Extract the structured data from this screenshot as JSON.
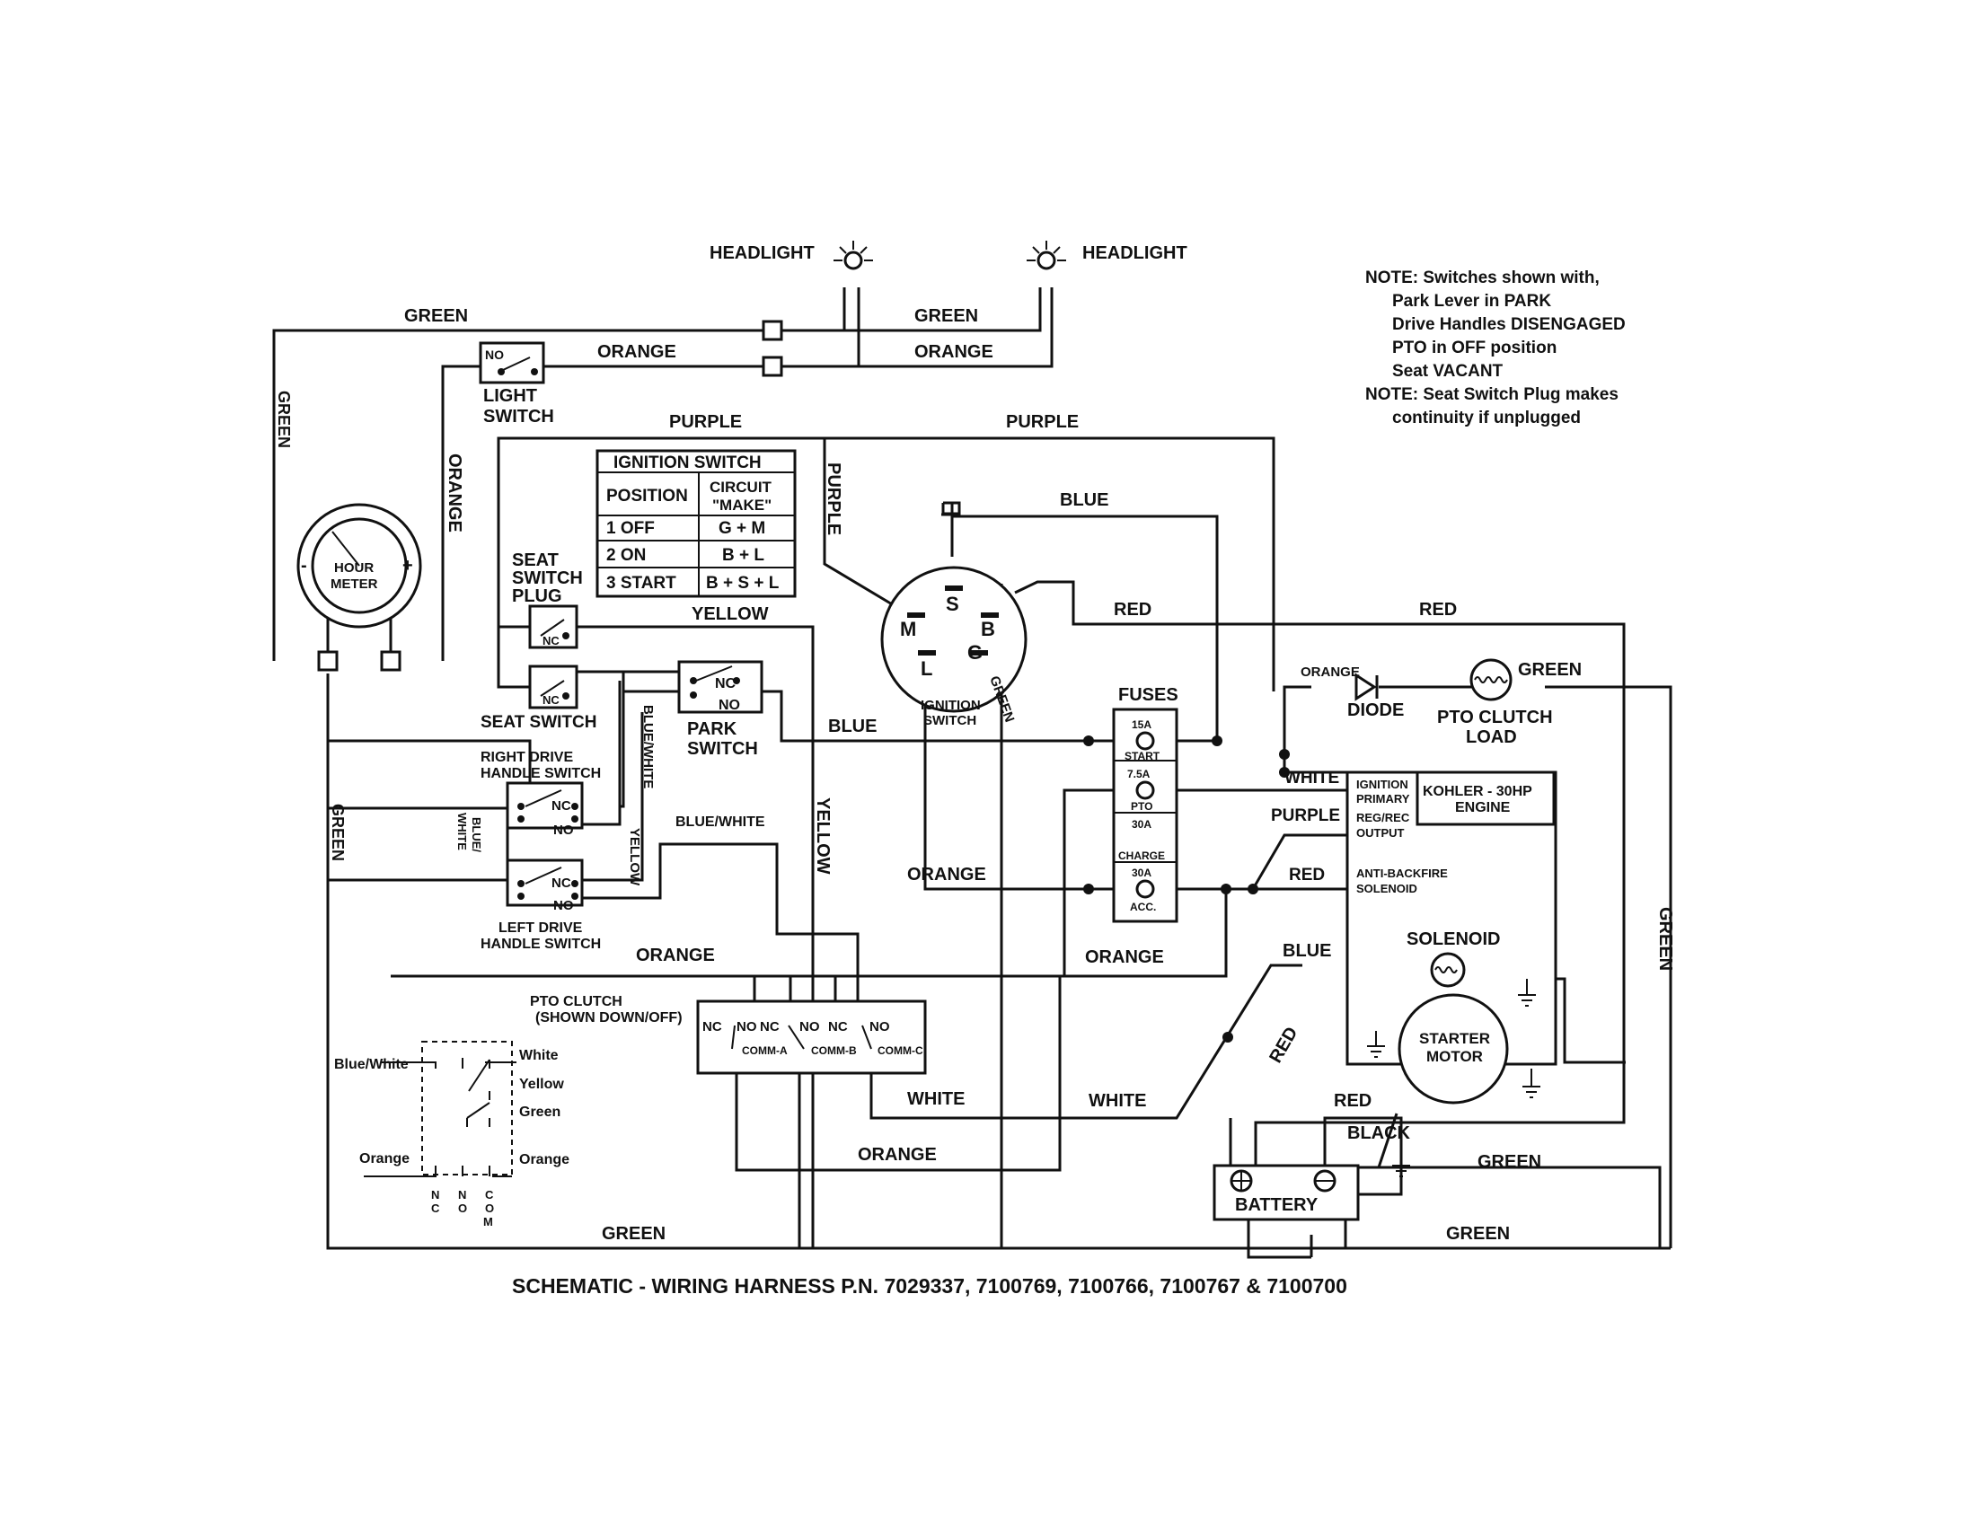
{
  "title": "SCHEMATIC - WIRING HARNESS P.N. 7029337, 7100769, 7100766, 7100767 & 7100700",
  "notes": [
    "NOTE: Switches shown with,",
    "Park Lever in PARK",
    "Drive Handles DISENGAGED",
    "PTO in OFF position",
    "Seat VACANT",
    "NOTE: Seat Switch Plug makes",
    "continuity if unplugged"
  ],
  "ignition_table": {
    "title": "IGNITION SWITCH",
    "headers": [
      "POSITION",
      "CIRCUIT",
      "\"MAKE\""
    ],
    "rows": [
      {
        "position": "1  OFF",
        "circuit": "G + M"
      },
      {
        "position": "2  ON",
        "circuit": "B + L"
      },
      {
        "position": "3  START",
        "circuit": "B + S + L"
      }
    ]
  },
  "components": {
    "headlight_left": "HEADLIGHT",
    "headlight_right": "HEADLIGHT",
    "light_switch": [
      "LIGHT",
      "SWITCH"
    ],
    "hour_meter": [
      "HOUR",
      "METER"
    ],
    "seat_switch_plug": [
      "SEAT",
      "SWITCH",
      "PLUG"
    ],
    "seat_switch": "SEAT SWITCH",
    "park_switch": [
      "PARK",
      "SWITCH"
    ],
    "right_drive": [
      "RIGHT DRIVE",
      "HANDLE SWITCH"
    ],
    "left_drive": [
      "LEFT DRIVE",
      "HANDLE SWITCH"
    ],
    "ignition_switch": [
      "IGNITION",
      "SWITCH"
    ],
    "fuses": "FUSES",
    "fuse_values": [
      "15A",
      "7.5A",
      "30A",
      "30A"
    ],
    "fuse_names": [
      "START",
      "PTO",
      "CHARGE",
      "ACC."
    ],
    "diode": "DIODE",
    "pto_clutch_load": [
      "PTO CLUTCH",
      "LOAD"
    ],
    "engine": [
      "KOHLER - 30HP",
      "ENGINE"
    ],
    "engine_terms": [
      "IGNITION",
      "PRIMARY",
      "REG/REC",
      "OUTPUT",
      "ANTI-BACKFIRE",
      "SOLENOID"
    ],
    "solenoid": "SOLENOID",
    "starter_motor": [
      "STARTER",
      "MOTOR"
    ],
    "battery": "BATTERY",
    "pto_clutch": [
      "PTO CLUTCH",
      "(SHOWN DOWN/OFF)"
    ],
    "pto_contacts": [
      "NC",
      "NO",
      "NC",
      "NO",
      "NC",
      "NO"
    ],
    "pto_coms": [
      "COMM-A",
      "COMM-B",
      "COMM-C"
    ],
    "nc": "NC",
    "no": "NO",
    "no_small": "NO",
    "ign_terms": [
      "S",
      "M",
      "B",
      "L",
      "G"
    ]
  },
  "wires": {
    "green": "GREEN",
    "orange": "ORANGE",
    "purple": "PURPLE",
    "blue": "BLUE",
    "red": "RED",
    "yellow": "YELLOW",
    "white": "WHITE",
    "black": "BLACK",
    "blue_white": "BLUE/WHITE",
    "blue_white_split": [
      "BLUE/",
      "WHITE"
    ],
    "orange_small": "ORANGE"
  },
  "legend": {
    "blue_white": "Blue/White",
    "white": "White",
    "yellow": "Yellow",
    "green": "Green",
    "orange_left": "Orange",
    "orange_right": "Orange",
    "cols": [
      "N",
      "C",
      "N",
      "O",
      "C",
      "O",
      "M"
    ]
  }
}
